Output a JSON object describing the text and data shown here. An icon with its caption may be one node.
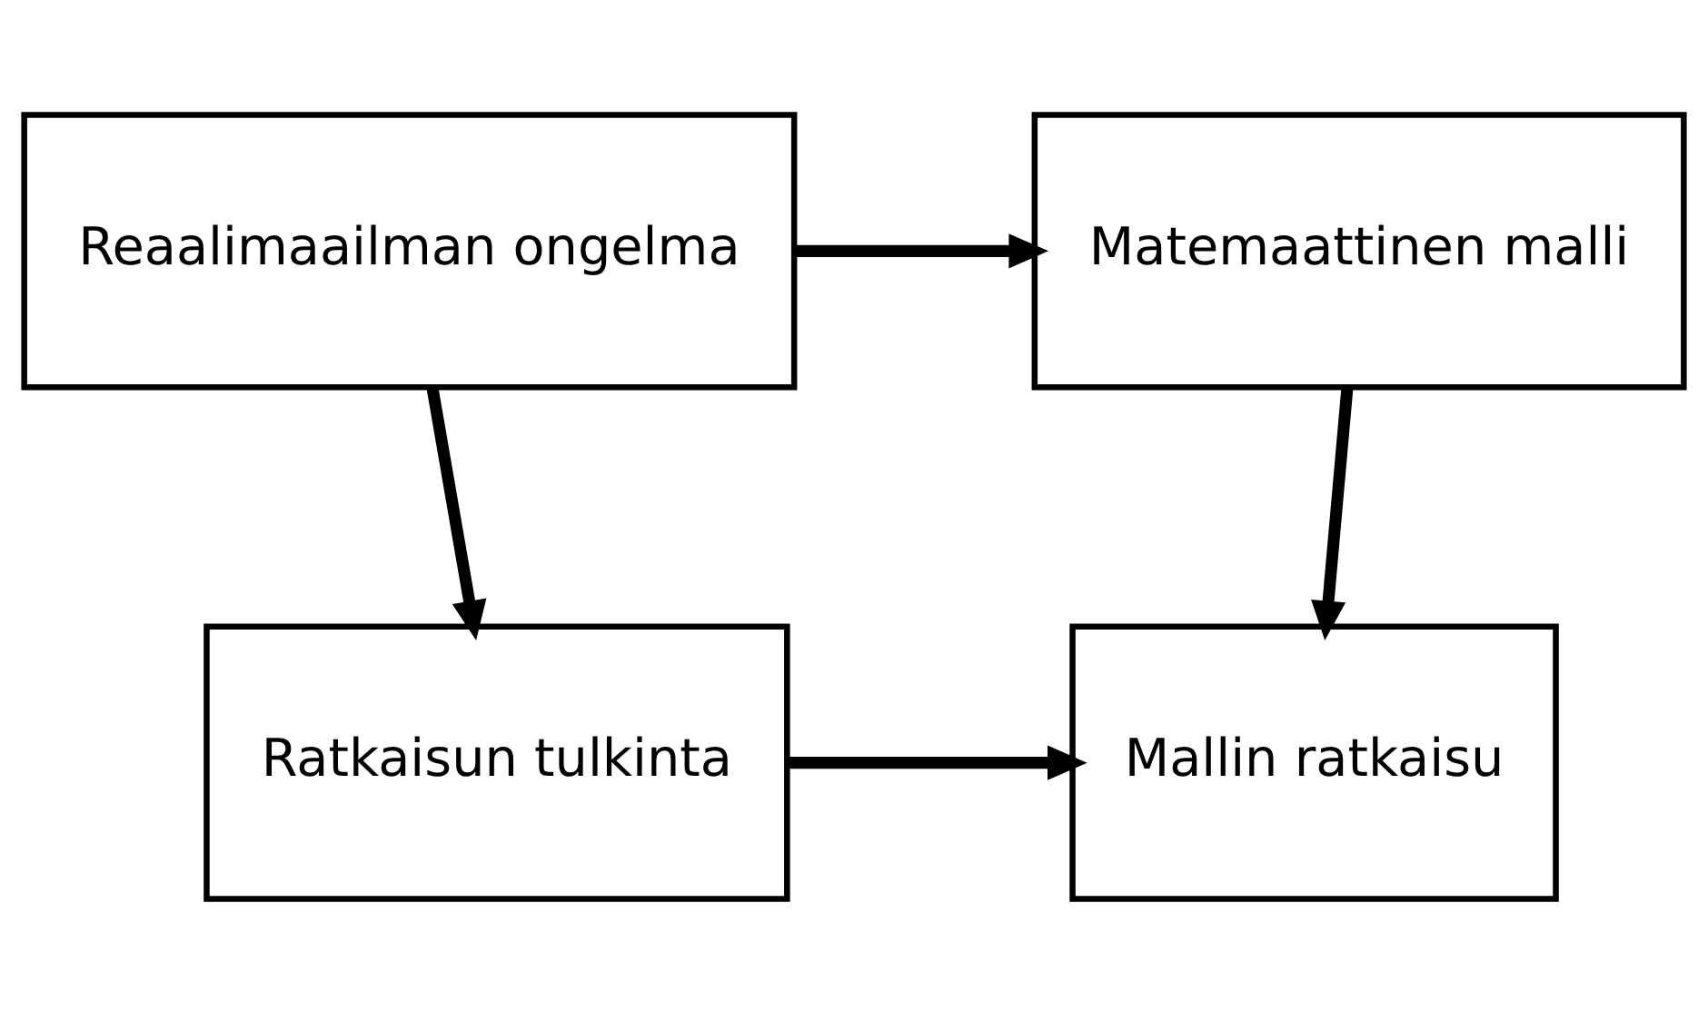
{
  "diagram": {
    "nodes": [
      {
        "text": [
          "Reaalimaailman ongelma"
        ]
      },
      {
        "text": [
          "Matemaattinen malli"
        ]
      },
      {
        "text": [
          "Ratkaisun tulkinta"
        ]
      },
      {
        "text": [
          "Mallin ratkaisu"
        ]
      }
    ],
    "edges": [
      {
        "from": 0,
        "to": 1,
        "arrow": "to"
      },
      {
        "from": 0,
        "to": 2,
        "arrow": "to"
      },
      {
        "from": 1,
        "to": 3,
        "arrow": "to"
      },
      {
        "from": 2,
        "to": 3,
        "arrow": "to"
      }
    ]
  }
}
